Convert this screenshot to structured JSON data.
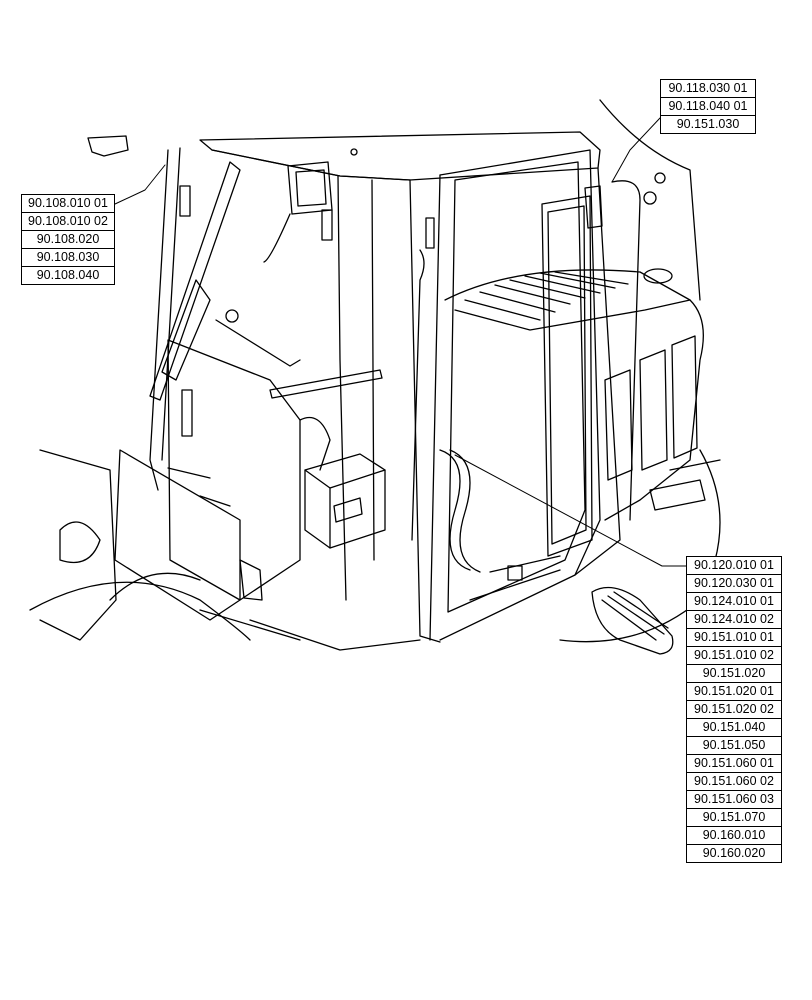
{
  "callouts": {
    "top_right": [
      "90.118.030 01",
      "90.118.040 01",
      "90.151.030"
    ],
    "left": [
      "90.108.010 01",
      "90.108.010 02",
      "90.108.020",
      "90.108.030",
      "90.108.040"
    ],
    "right": [
      "90.120.010 01",
      "90.120.030 01",
      "90.124.010 01",
      "90.124.010 02",
      "90.151.010 01",
      "90.151.010 02",
      "90.151.020",
      "90.151.020 01",
      "90.151.020 02",
      "90.151.040",
      "90.151.050",
      "90.151.060 01",
      "90.151.060 02",
      "90.151.060 03",
      "90.151.070",
      "90.160.010",
      "90.160.020"
    ]
  }
}
